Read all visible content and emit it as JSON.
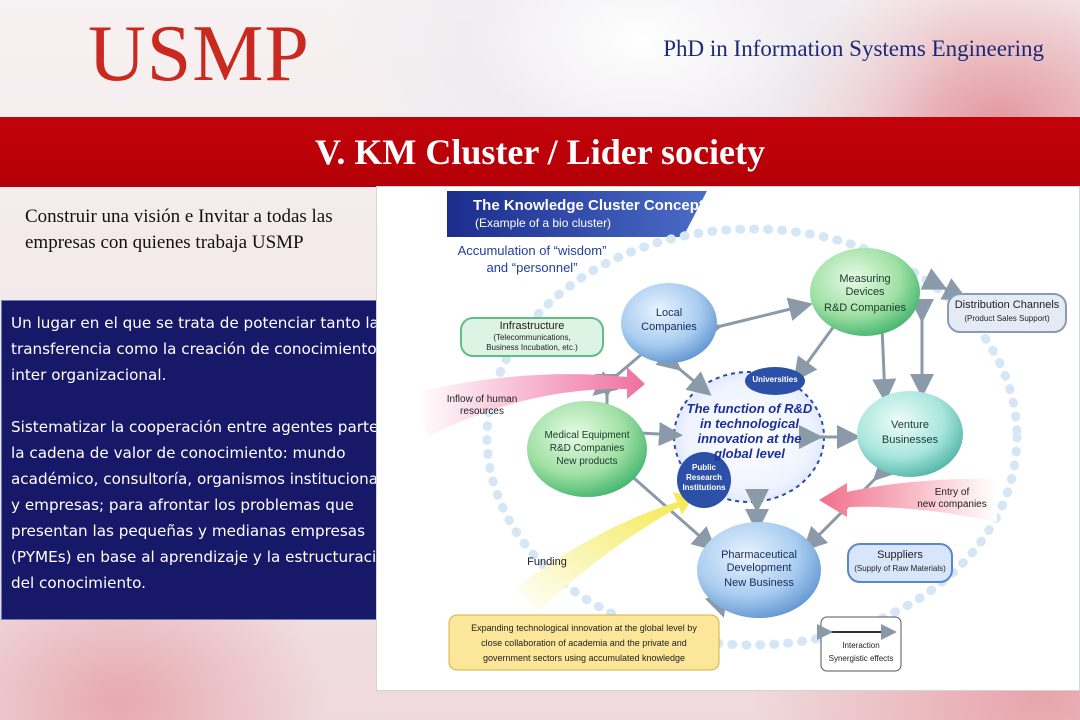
{
  "header": {
    "logo": "USMP",
    "subtitle": "PhD in Information Systems Engineering",
    "title": "V. KM Cluster / Lider society"
  },
  "intro": "Construir una visión e Invitar a todas las empresas con quienes trabaja USMP",
  "box": {
    "paragraph1": "Un lugar en el que se trata de potenciar tanto la transferencia como la creación de conocimiento inter organizacional.",
    "paragraph2": "Sistematizar la cooperación entre agentes parte de la cadena de valor de conocimiento: mundo académico, consultoría, organismos institucionales y empresas; para afrontar los problemas que presentan las pequeñas y medianas empresas (PYMEs) en base al aprendizaje y la estructuración del conocimiento."
  },
  "diagram": {
    "banner_line1": "The Knowledge Cluster Concept",
    "banner_line2": "(Example of a bio cluster)",
    "accum_line1": "Accumulation of “wisdom”",
    "accum_line2": "and “personnel”",
    "infra_line1": "Infrastructure",
    "infra_line2": "(Telecommunications,",
    "infra_line3": "Business Incubation, etc.)",
    "local_line1": "Local",
    "local_line2": "Companies",
    "measuring_line1": "Measuring",
    "measuring_line2": "Devices",
    "measuring_line3": "R&D Companies",
    "distribution_line1": "Distribution Channels",
    "distribution_line2": "(Product Sales Support)",
    "inflow_line1": "Inflow of human",
    "inflow_line2": "resources",
    "universities": "Universities",
    "center_line1": "The function of R&D",
    "center_line2": "in technological",
    "center_line3": "innovation at the",
    "center_line4": "global level",
    "medical_line1": "Medical Equipment",
    "medical_line2": "R&D Companies",
    "medical_line3": "New products",
    "public_line1": "Public",
    "public_line2": "Research",
    "public_line3": "Institutions",
    "venture_line1": "Venture",
    "venture_line2": "Businesses",
    "entry_line1": "Entry of",
    "entry_line2": "new companies",
    "funding": "Funding",
    "pharma_line1": "Pharmaceutical",
    "pharma_line2": "Development",
    "pharma_line3": "New Business",
    "suppliers_line1": "Suppliers",
    "suppliers_line2": "(Supply of Raw Materials)",
    "expand_line1": "Expanding technological innovation at the global level by",
    "expand_line2": "close collaboration of academia and the private and",
    "expand_line3": "government sectors using accumulated knowledge",
    "interaction_line1": "Interaction",
    "interaction_line2": "Synergistic effects"
  },
  "colors": {
    "logo": "#c9291f",
    "title_bar": "#b8020a",
    "box_bg": "#181868",
    "subtitle": "#1b2a78"
  }
}
